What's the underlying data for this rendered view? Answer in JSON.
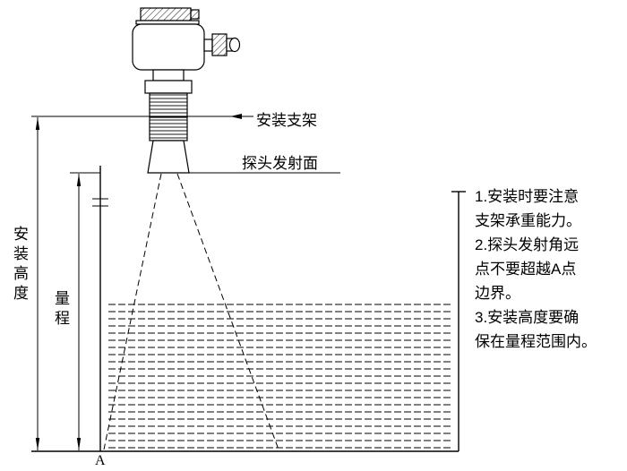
{
  "diagram": {
    "title_hint": "ultrasonic-level-sensor-installation-diagram",
    "labels": {
      "mounting_bracket": "安装支架",
      "probe_emitting_surface": "探头发射面",
      "installation_height": "安装高度",
      "measuring_range": "量程",
      "point_a": "A"
    },
    "notes": {
      "lines": [
        "1.安装时要注意",
        "支架承重能力。",
        "2.探头发射角远",
        "点不要超越A点",
        "边界。",
        "3.安装高度要确",
        "保在量程范围内。"
      ]
    },
    "colors": {
      "line": "#000000",
      "background": "#ffffff"
    }
  }
}
